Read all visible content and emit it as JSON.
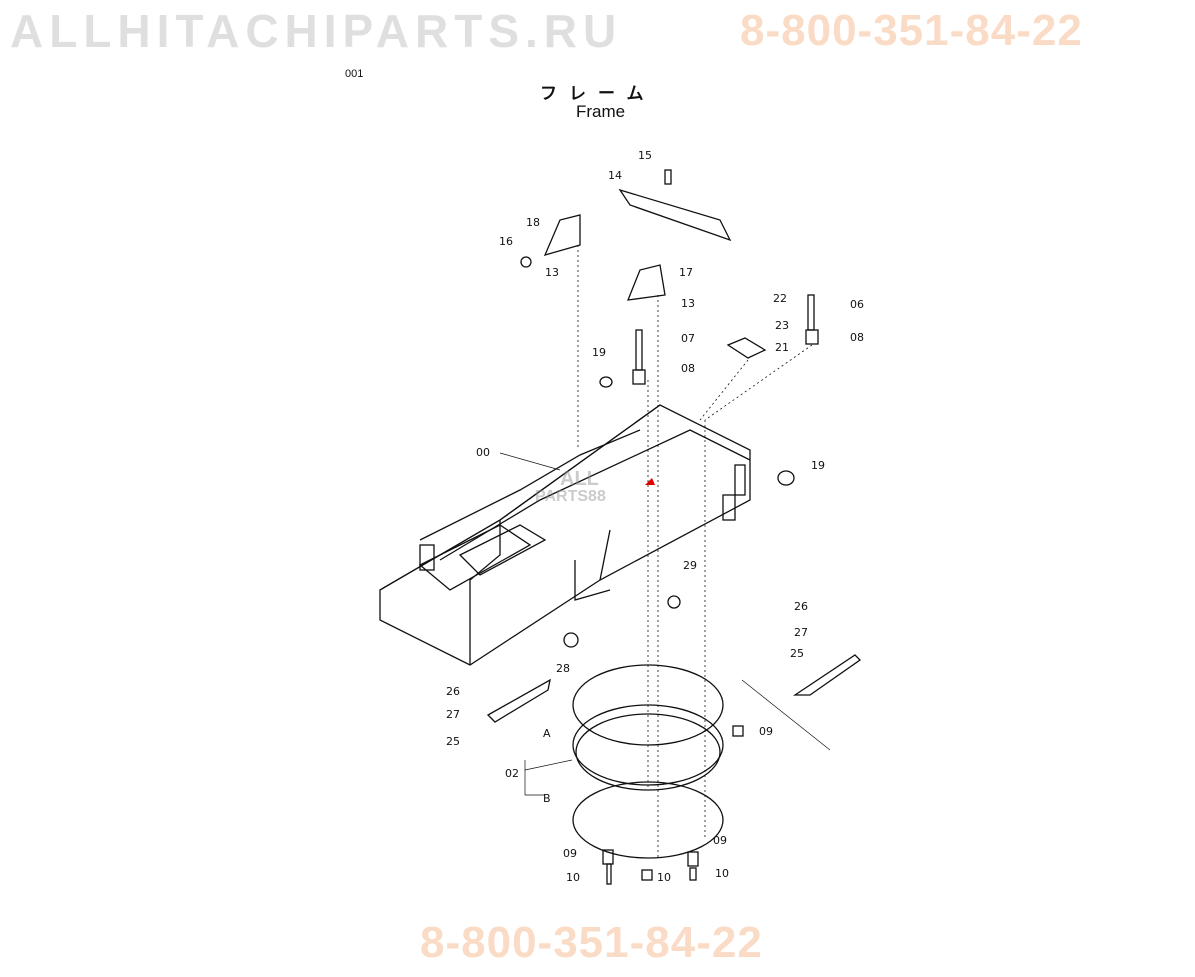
{
  "page_number": "001",
  "title_jp": "フレーム",
  "title_en": "Frame",
  "watermarks": {
    "phone_top": "8-800-351-84-22",
    "phone_bottom": "8-800-351-84-22",
    "site": "ALLHITACHIPARTS.RU",
    "logo_top": "ALL",
    "logo_bottom": "PARTS88"
  },
  "callouts": [
    "15",
    "14",
    "18",
    "16",
    "13",
    "17",
    "13",
    "22",
    "06",
    "23",
    "21",
    "08",
    "07",
    "19",
    "08",
    "00",
    "19",
    "29",
    "26",
    "27",
    "25",
    "28",
    "26",
    "27",
    "25",
    "A",
    "09",
    "02",
    "B",
    "09",
    "09",
    "10",
    "10",
    "10"
  ]
}
